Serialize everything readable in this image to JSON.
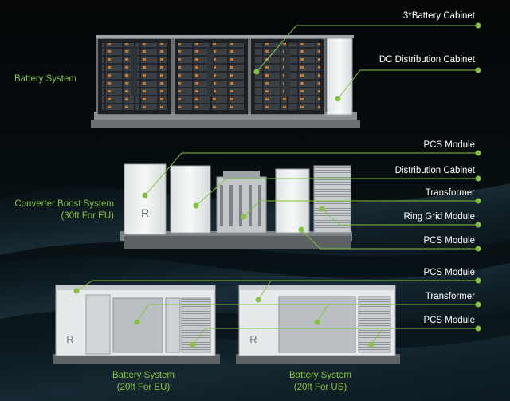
{
  "accent_color": "#86c241",
  "sections": {
    "battery_system": {
      "title": "Battery System",
      "callouts": [
        "3*Battery Cabinet",
        "DC Distribution Cabinet"
      ]
    },
    "converter_boost_system": {
      "title": "Converter Boost System",
      "subtitle": "(30ft For EU)",
      "callouts": [
        "PCS Module",
        "Distribution Cabinet",
        "Transformer",
        "Ring Grid Module",
        "PCS Module"
      ]
    },
    "battery_system_eu": {
      "title": "Battery System",
      "subtitle": "(20ft For EU)"
    },
    "battery_system_us": {
      "title": "Battery System",
      "subtitle": "(20ft For US)"
    },
    "bottom_callouts": [
      "PCS Module",
      "Transformer",
      "PCS Module"
    ]
  }
}
